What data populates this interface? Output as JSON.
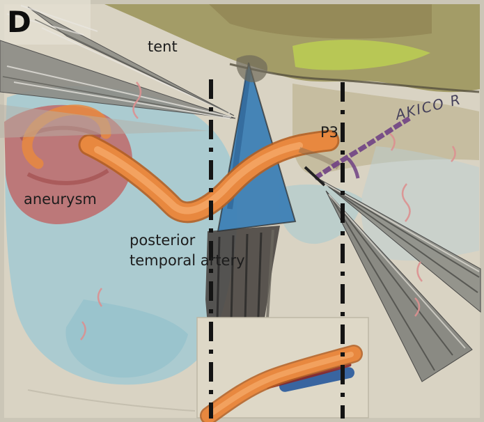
{
  "figure": {
    "panel_letter": "D",
    "labels": {
      "tent": "tent",
      "aneurysm": "aneurysm",
      "artery_line1": "posterior",
      "artery_line2": "temporal artery",
      "p3": "P3",
      "signature": "AKICO R"
    }
  },
  "colors": {
    "paper": "#d9d3c3",
    "paper_edge": "#cbc6b7",
    "tent_olive": "#9e9760",
    "tent_green": "#bccf52",
    "tent_brown": "#8a7b4c",
    "blue_wash": "#9fc9d3",
    "aneurysm_red": "#c06363",
    "vessel_orange": "#e8883f",
    "vessel_orange_dark": "#b45f22",
    "vessel_highlight": "#f4a766",
    "retractor_blue": "#3d7fb5",
    "instrument_gray": "#8f8f88",
    "trunk_dark": "#4a4642",
    "purple_vessel": "#6f4184",
    "squiggle_pink": "#dc9090",
    "dash_black": "#141414",
    "inset_bg": "#ded8c7",
    "clip_blue": "#2f5f9e",
    "clip_red": "#8a2828",
    "label_black": "#1c1c1c",
    "signature_gray": "#45405a"
  }
}
